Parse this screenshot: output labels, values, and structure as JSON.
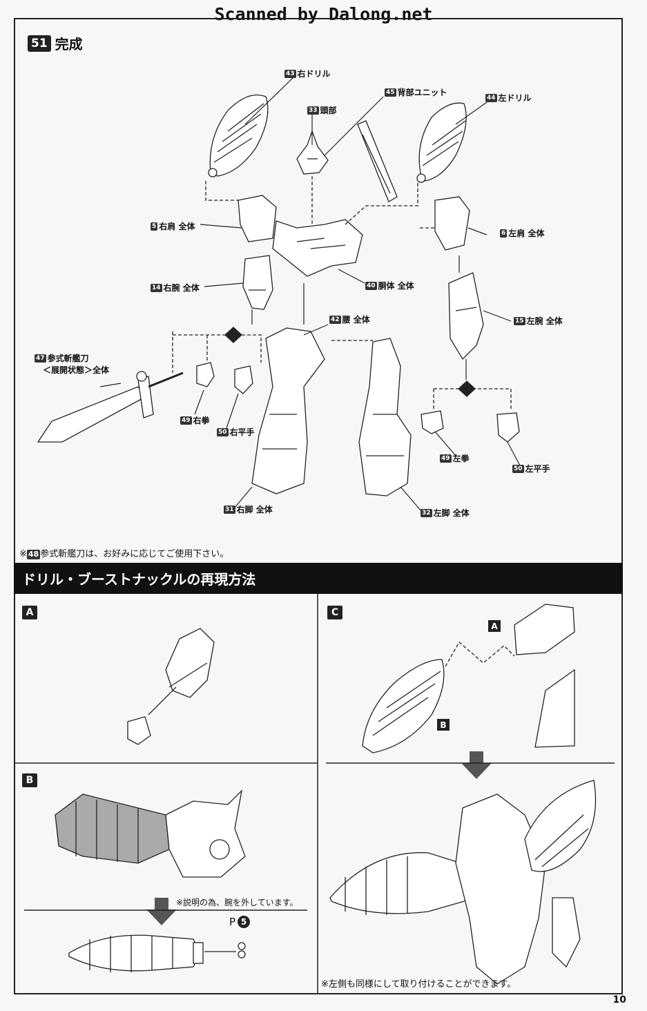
{
  "watermark": "Scanned by Dalong.net",
  "step": {
    "number": "51",
    "title": "完成"
  },
  "parts": {
    "right_drill": {
      "num": "43",
      "label": "右ドリル"
    },
    "back_unit": {
      "num": "45",
      "label": "背部ユニット"
    },
    "head": {
      "num": "33",
      "label": "頭部"
    },
    "left_drill": {
      "num": "44",
      "label": "左ドリル"
    },
    "right_shoulder": {
      "num": "5",
      "label": "右肩 全体"
    },
    "left_shoulder": {
      "num": "6",
      "label": "左肩 全体"
    },
    "right_arm": {
      "num": "14",
      "label": "右腕 全体"
    },
    "torso": {
      "num": "40",
      "label": "胴体 全体"
    },
    "left_arm": {
      "num": "15",
      "label": "左腕 全体"
    },
    "waist": {
      "num": "42",
      "label": "腰 全体"
    },
    "sword_line1": {
      "num": "47",
      "label": "参式斬艦刀"
    },
    "sword_line2": "＜展開状態＞全体",
    "right_fist": {
      "num": "49",
      "label": "右拳"
    },
    "right_open_hand": {
      "num": "50",
      "label": "右平手"
    },
    "left_fist": {
      "num": "49",
      "label": "左拳"
    },
    "left_open_hand": {
      "num": "50",
      "label": "左平手"
    },
    "right_leg": {
      "num": "31",
      "label": "右脚 全体"
    },
    "left_leg": {
      "num": "32",
      "label": "左脚 全体"
    }
  },
  "sword_note": {
    "prefix": "※",
    "num": "48",
    "text": "参式斬艦刀は、お好みに応じてご使用下さい。"
  },
  "section_title": "ドリル・ブーストナックルの再現方法",
  "panels": {
    "a": "A",
    "b": "B",
    "c": "C",
    "c_callout_a": "A",
    "c_callout_b": "B",
    "b_note": "※説明の為、腕を外しています。",
    "b_ref_prefix": "P",
    "b_ref_num": "5",
    "c_note": "※左側も同様にして取り付けることができます。"
  },
  "page_number": "10"
}
